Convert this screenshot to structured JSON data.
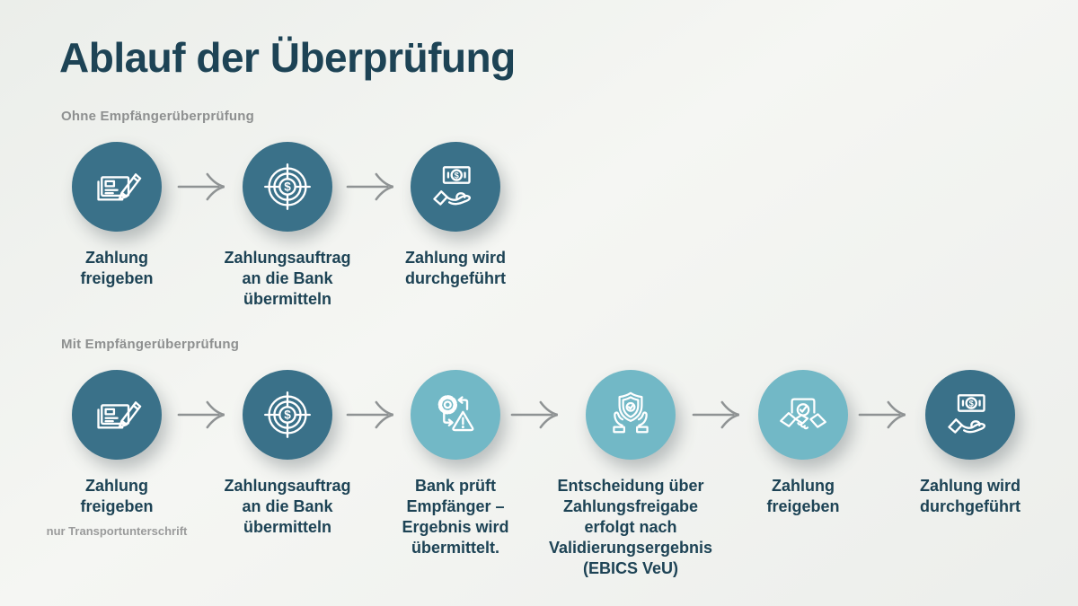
{
  "page": {
    "title": "Ablauf der Überprüfung"
  },
  "colors": {
    "dark_circle": "#3A7189",
    "light_circle": "#72B8C6",
    "heading_text": "#1D4355",
    "muted_text": "#8E9090",
    "arrow": "#8F9394",
    "background": "#F0F2EF"
  },
  "sections": [
    {
      "label": "Ohne Empfängerüberprüfung",
      "steps": [
        {
          "icon": "sign-payment-icon",
          "style": "dark",
          "label": "Zahlung\nfreigeben"
        },
        {
          "icon": "target-money-icon",
          "style": "dark",
          "label": "Zahlungsauftrag\nan die Bank\nübermitteln"
        },
        {
          "icon": "money-hand-icon",
          "style": "dark",
          "label": "Zahlung wird\ndurchgeführt"
        }
      ]
    },
    {
      "label": "Mit Empfängerüberprüfung",
      "steps": [
        {
          "icon": "sign-payment-icon",
          "style": "dark",
          "label": "Zahlung\nfreigeben",
          "note": "nur Transportunterschrift"
        },
        {
          "icon": "target-money-icon",
          "style": "dark",
          "label": "Zahlungsauftrag\nan die Bank\nübermitteln"
        },
        {
          "icon": "process-warning-icon",
          "style": "light",
          "label": "Bank prüft\nEmpfänger –\nErgebnis wird\nübermittelt."
        },
        {
          "icon": "shield-hands-icon",
          "style": "light",
          "label": "Entscheidung über\nZahlungsfreigabe\nerfolgt nach\nValidierungsergebnis\n(EBICS VeU)"
        },
        {
          "icon": "handshake-icon",
          "style": "light",
          "label": "Zahlung\nfreigeben"
        },
        {
          "icon": "money-hand-icon",
          "style": "dark",
          "label": "Zahlung wird\ndurchgeführt"
        }
      ]
    }
  ]
}
